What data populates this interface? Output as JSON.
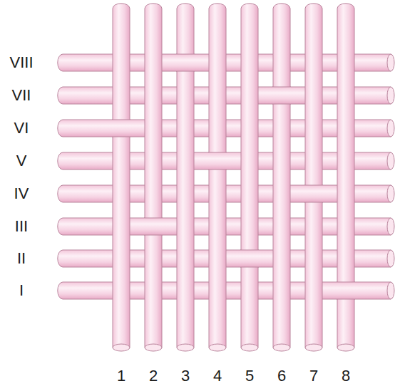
{
  "diagram": {
    "labels": [
      "VIII",
      "VII",
      "VI",
      "V",
      "IV",
      "III",
      "II",
      "I",
      "1",
      "2",
      "3",
      "4",
      "5",
      "6",
      "7",
      "8"
    ]
  }
}
